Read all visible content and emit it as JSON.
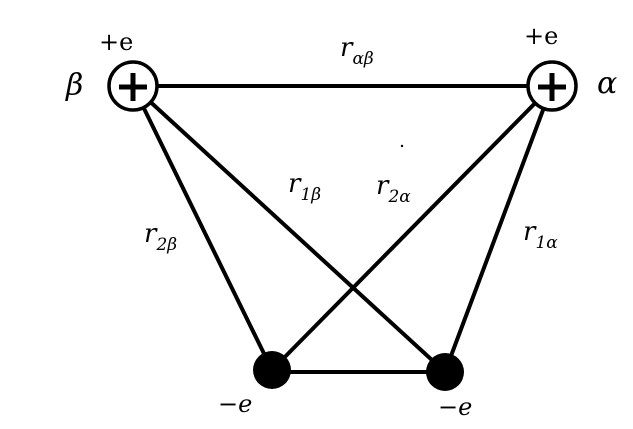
{
  "diagram": {
    "nuclei": {
      "beta": {
        "name": "β",
        "charge": "+e",
        "symbol": "+"
      },
      "alpha": {
        "name": "α",
        "charge": "+e",
        "symbol": "+"
      }
    },
    "electrons": {
      "left": {
        "charge": "−e"
      },
      "right": {
        "charge": "−e"
      }
    },
    "distances": {
      "r_alpha_beta": {
        "base": "r",
        "sub": "αβ"
      },
      "r_1_beta": {
        "base": "r",
        "sub": "1β"
      },
      "r_2_alpha": {
        "base": "r",
        "sub": "2α"
      },
      "r_2_beta": {
        "base": "r",
        "sub": "2β"
      },
      "r_1_alpha": {
        "base": "r",
        "sub": "1α"
      }
    },
    "colors": {
      "stroke": "#000000",
      "background": "#ffffff"
    }
  }
}
